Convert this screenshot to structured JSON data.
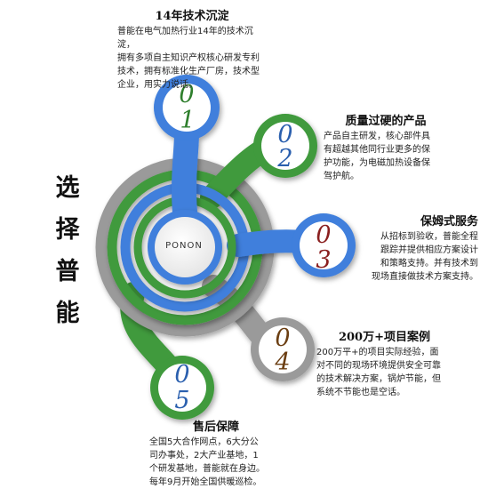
{
  "title": [
    "选",
    "择",
    "普",
    "能"
  ],
  "center_label": "PONON",
  "items": [
    {
      "num_top": "0",
      "num_bottom": "1",
      "heading": "14年技术沉淀",
      "body": "普能在电气加热行业14年的技术沉淀，\n拥有多项自主知识产权核心研发专利\n技术，拥有标准化生产厂房，技术型\n企业，用实力说话。",
      "color": "#3f7fdc"
    },
    {
      "num_top": "0",
      "num_bottom": "2",
      "heading": "质量过硬的产品",
      "body": "产品自主研发，核心部件具\n有超越其他同行业更多的保\n护功能，为电磁加热设备保\n驾护航。",
      "color": "#3f9a3c"
    },
    {
      "num_top": "0",
      "num_bottom": "3",
      "heading": "保姆式服务",
      "body": "从招标到验收，普能全程\n跟踪并提供相应方案设计\n和策略支持。并有技术到\n现场直接做技术方案支持。",
      "color": "#3f7fdc"
    },
    {
      "num_top": "0",
      "num_bottom": "4",
      "heading": "200万+项目案例",
      "body": "200万平+的项目实际经验，面\n对不同的现场环境提供安全可靠\n的技术解决方案，锅炉节能，但\n系统不节能也是空话。",
      "color": "#9a9a9a"
    },
    {
      "num_top": "0",
      "num_bottom": "5",
      "heading": "售后保障",
      "body": "全国5大合作网点，6大分公\n司办事处，2大产业基地，1\n个研发基地，普能就在身边。\n每年9月开始全国供暖巡检。",
      "color": "#3f9a3c"
    }
  ],
  "colors": {
    "blue": "#3f7fdc",
    "green": "#3f9a3c",
    "gray": "#9a9a9a",
    "num_blue": "#2a5fae",
    "num_green": "#2f7f2d",
    "num_red": "#8a1f1f",
    "num_brown": "#6b3e12"
  }
}
